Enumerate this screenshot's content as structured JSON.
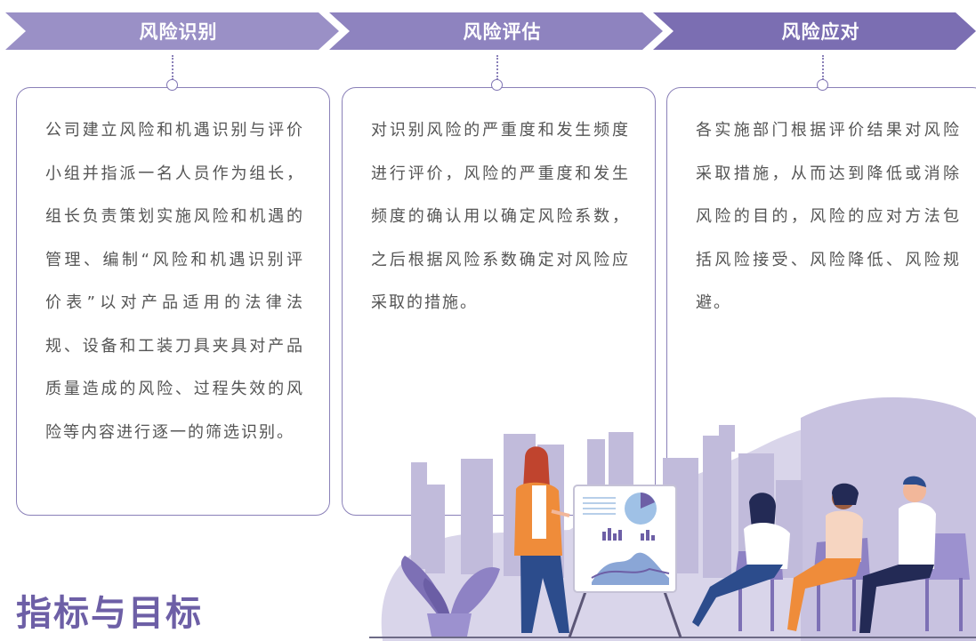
{
  "steps": [
    {
      "label": "风险识别",
      "color": "#9a90c6"
    },
    {
      "label": "风险评估",
      "color": "#8e83bf"
    },
    {
      "label": "风险应对",
      "color": "#7b6eb2"
    }
  ],
  "cards": [
    {
      "text": "公司建立风险和机遇识别与评价小组并指派一名人员作为组长，组长负责策划实施风险和机遇的管理、编制“风险和机遇识别评价表”以对产品适用的法律法规、设备和工装刀具夹具对产品质量造成的风险、过程失效的风险等内容进行逐一的筛选识别。"
    },
    {
      "text": "对识别风险的严重度和发生频度进行评价，风险的严重度和发生频度的确认用以确定风险系数，之后根据风险系数确定对风险应采取的措施。"
    },
    {
      "text": "各实施部门根据评价结果对风险采取措施，从而达到降低或消除风险的目的，风险的应对方法包括风险接受、风险降低、风险规避。"
    }
  ],
  "footer": {
    "title": "指标与目标"
  },
  "colors": {
    "accent": "#7b6eb2",
    "text": "#555555",
    "illustration": "#c9c4df"
  }
}
